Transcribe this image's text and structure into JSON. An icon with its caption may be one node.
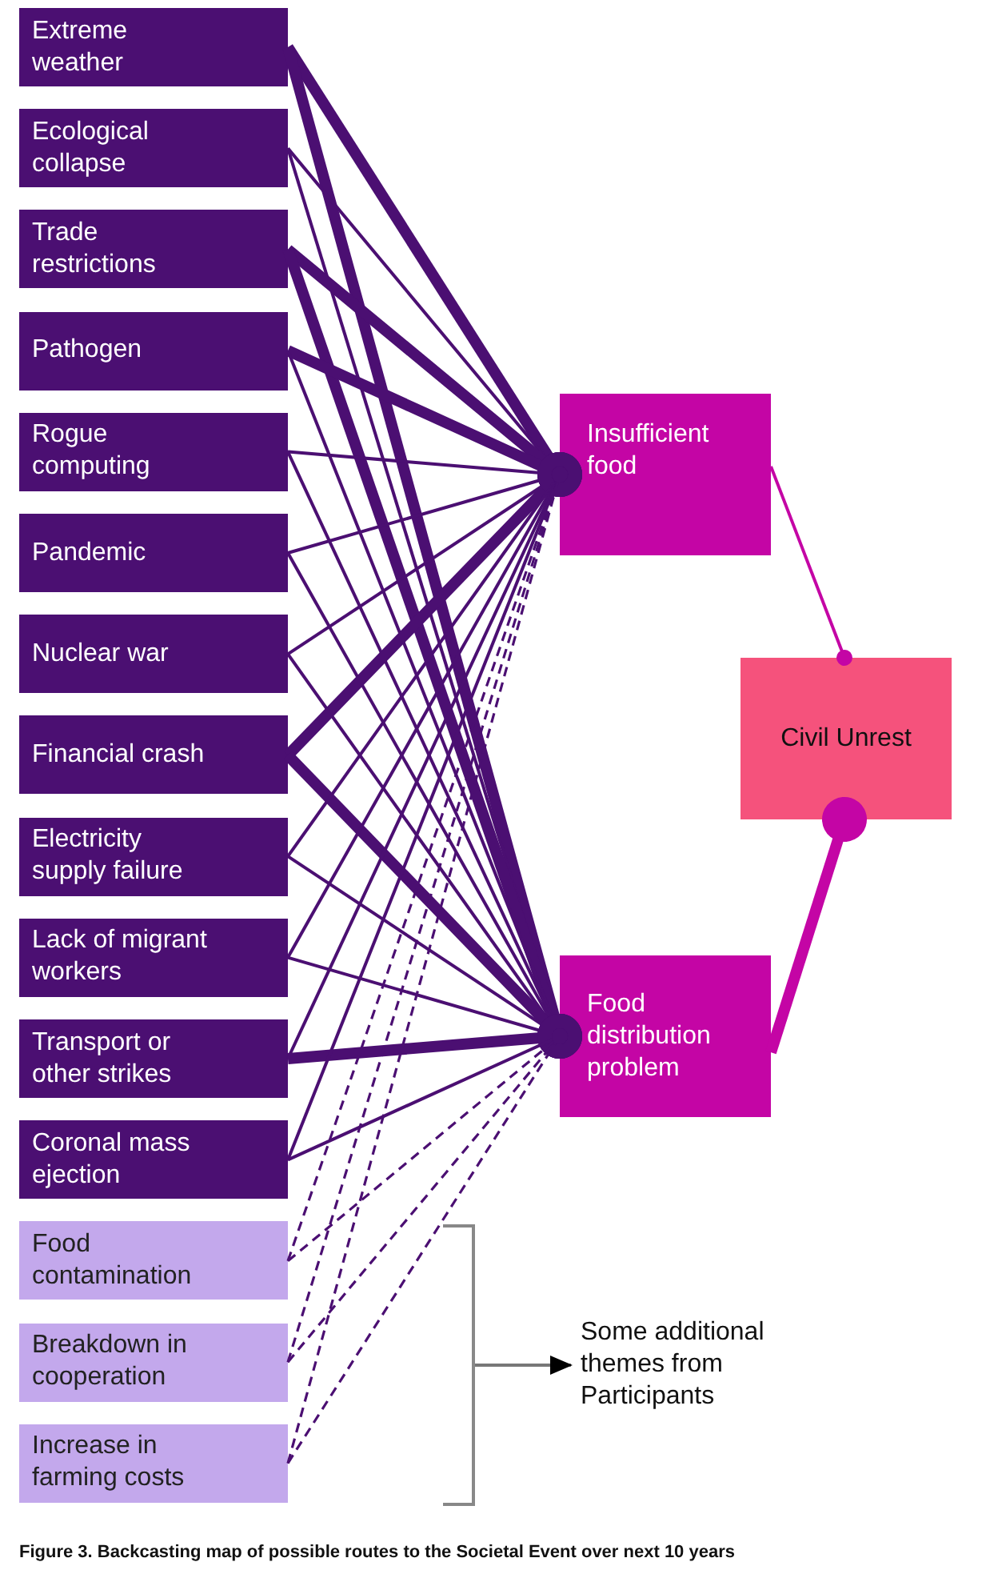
{
  "diagram": {
    "caption": "Figure 3. Backcasting map of possible routes to the Societal Event over next 10 years",
    "nodes": [
      {
        "text": [
          "Extreme weather"
        ]
      },
      {
        "text": [
          "Ecological collapse"
        ]
      },
      {
        "text": [
          "Trade restrictions"
        ]
      },
      {
        "text": [
          "Pathogen"
        ]
      },
      {
        "text": [
          "Rogue computing"
        ]
      },
      {
        "text": [
          "Pandemic"
        ]
      },
      {
        "text": [
          "Nuclear war"
        ]
      },
      {
        "text": [
          "Financial crash"
        ]
      },
      {
        "text": [
          "Electricity supply failure"
        ]
      },
      {
        "text": [
          "Lack of migrant workers"
        ]
      },
      {
        "text": [
          "Transport or other strikes"
        ]
      },
      {
        "text": [
          "Coronal mass ejection"
        ]
      },
      {
        "text": [
          "Food contamination"
        ]
      },
      {
        "text": [
          "Breakdown in cooperation"
        ]
      },
      {
        "text": [
          "Increase in farming costs"
        ]
      },
      {
        "text": [
          "Insufficient food"
        ]
      },
      {
        "text": [
          "Food distribution problem"
        ]
      },
      {
        "text": [
          "Civil Unrest"
        ]
      },
      {
        "text": [],
        "shape": "bracket"
      },
      {
        "text": [
          "Some additional themes from Participants"
        ]
      }
    ],
    "edges": [
      {
        "from": 0,
        "to": 15,
        "arrow": "other",
        "style": "thick"
      },
      {
        "from": 0,
        "to": 16,
        "arrow": "other",
        "style": "thick"
      },
      {
        "from": 1,
        "to": 15,
        "arrow": "other"
      },
      {
        "from": 1,
        "to": 16,
        "arrow": "other"
      },
      {
        "from": 2,
        "to": 15,
        "arrow": "other",
        "style": "thick"
      },
      {
        "from": 2,
        "to": 16,
        "arrow": "other",
        "style": "thick"
      },
      {
        "from": 3,
        "to": 15,
        "arrow": "other",
        "style": "thick"
      },
      {
        "from": 3,
        "to": 16,
        "arrow": "other"
      },
      {
        "from": 4,
        "to": 15,
        "arrow": "other"
      },
      {
        "from": 4,
        "to": 16,
        "arrow": "other"
      },
      {
        "from": 5,
        "to": 15,
        "arrow": "other"
      },
      {
        "from": 5,
        "to": 16,
        "arrow": "other"
      },
      {
        "from": 6,
        "to": 15,
        "arrow": "other"
      },
      {
        "from": 6,
        "to": 16,
        "arrow": "other"
      },
      {
        "from": 7,
        "to": 15,
        "arrow": "other",
        "style": "thick"
      },
      {
        "from": 7,
        "to": 16,
        "arrow": "other",
        "style": "thick"
      },
      {
        "from": 8,
        "to": 15,
        "arrow": "other"
      },
      {
        "from": 8,
        "to": 16,
        "arrow": "other"
      },
      {
        "from": 9,
        "to": 15,
        "arrow": "other"
      },
      {
        "from": 9,
        "to": 16,
        "arrow": "other"
      },
      {
        "from": 10,
        "to": 15,
        "arrow": "other"
      },
      {
        "from": 10,
        "to": 16,
        "arrow": "other",
        "style": "thick"
      },
      {
        "from": 11,
        "to": 15,
        "arrow": "other"
      },
      {
        "from": 11,
        "to": 16,
        "arrow": "other"
      },
      {
        "from": 12,
        "to": 15,
        "arrow": "other",
        "style": "dashed"
      },
      {
        "from": 12,
        "to": 16,
        "arrow": "other",
        "style": "dashed"
      },
      {
        "from": 13,
        "to": 15,
        "arrow": "other",
        "style": "dashed"
      },
      {
        "from": 13,
        "to": 16,
        "arrow": "other",
        "style": "dashed"
      },
      {
        "from": 14,
        "to": 15,
        "arrow": "other",
        "style": "dashed"
      },
      {
        "from": 14,
        "to": 16,
        "arrow": "other",
        "style": "dashed"
      },
      {
        "from": 15,
        "to": 17,
        "arrow": "other",
        "color": "#c405a5"
      },
      {
        "from": 16,
        "to": 17,
        "arrow": "other",
        "style": "thick",
        "color": "#c405a5"
      },
      {
        "from": 18,
        "to": 19,
        "arrow": "to",
        "color": "#777777"
      }
    ]
  }
}
